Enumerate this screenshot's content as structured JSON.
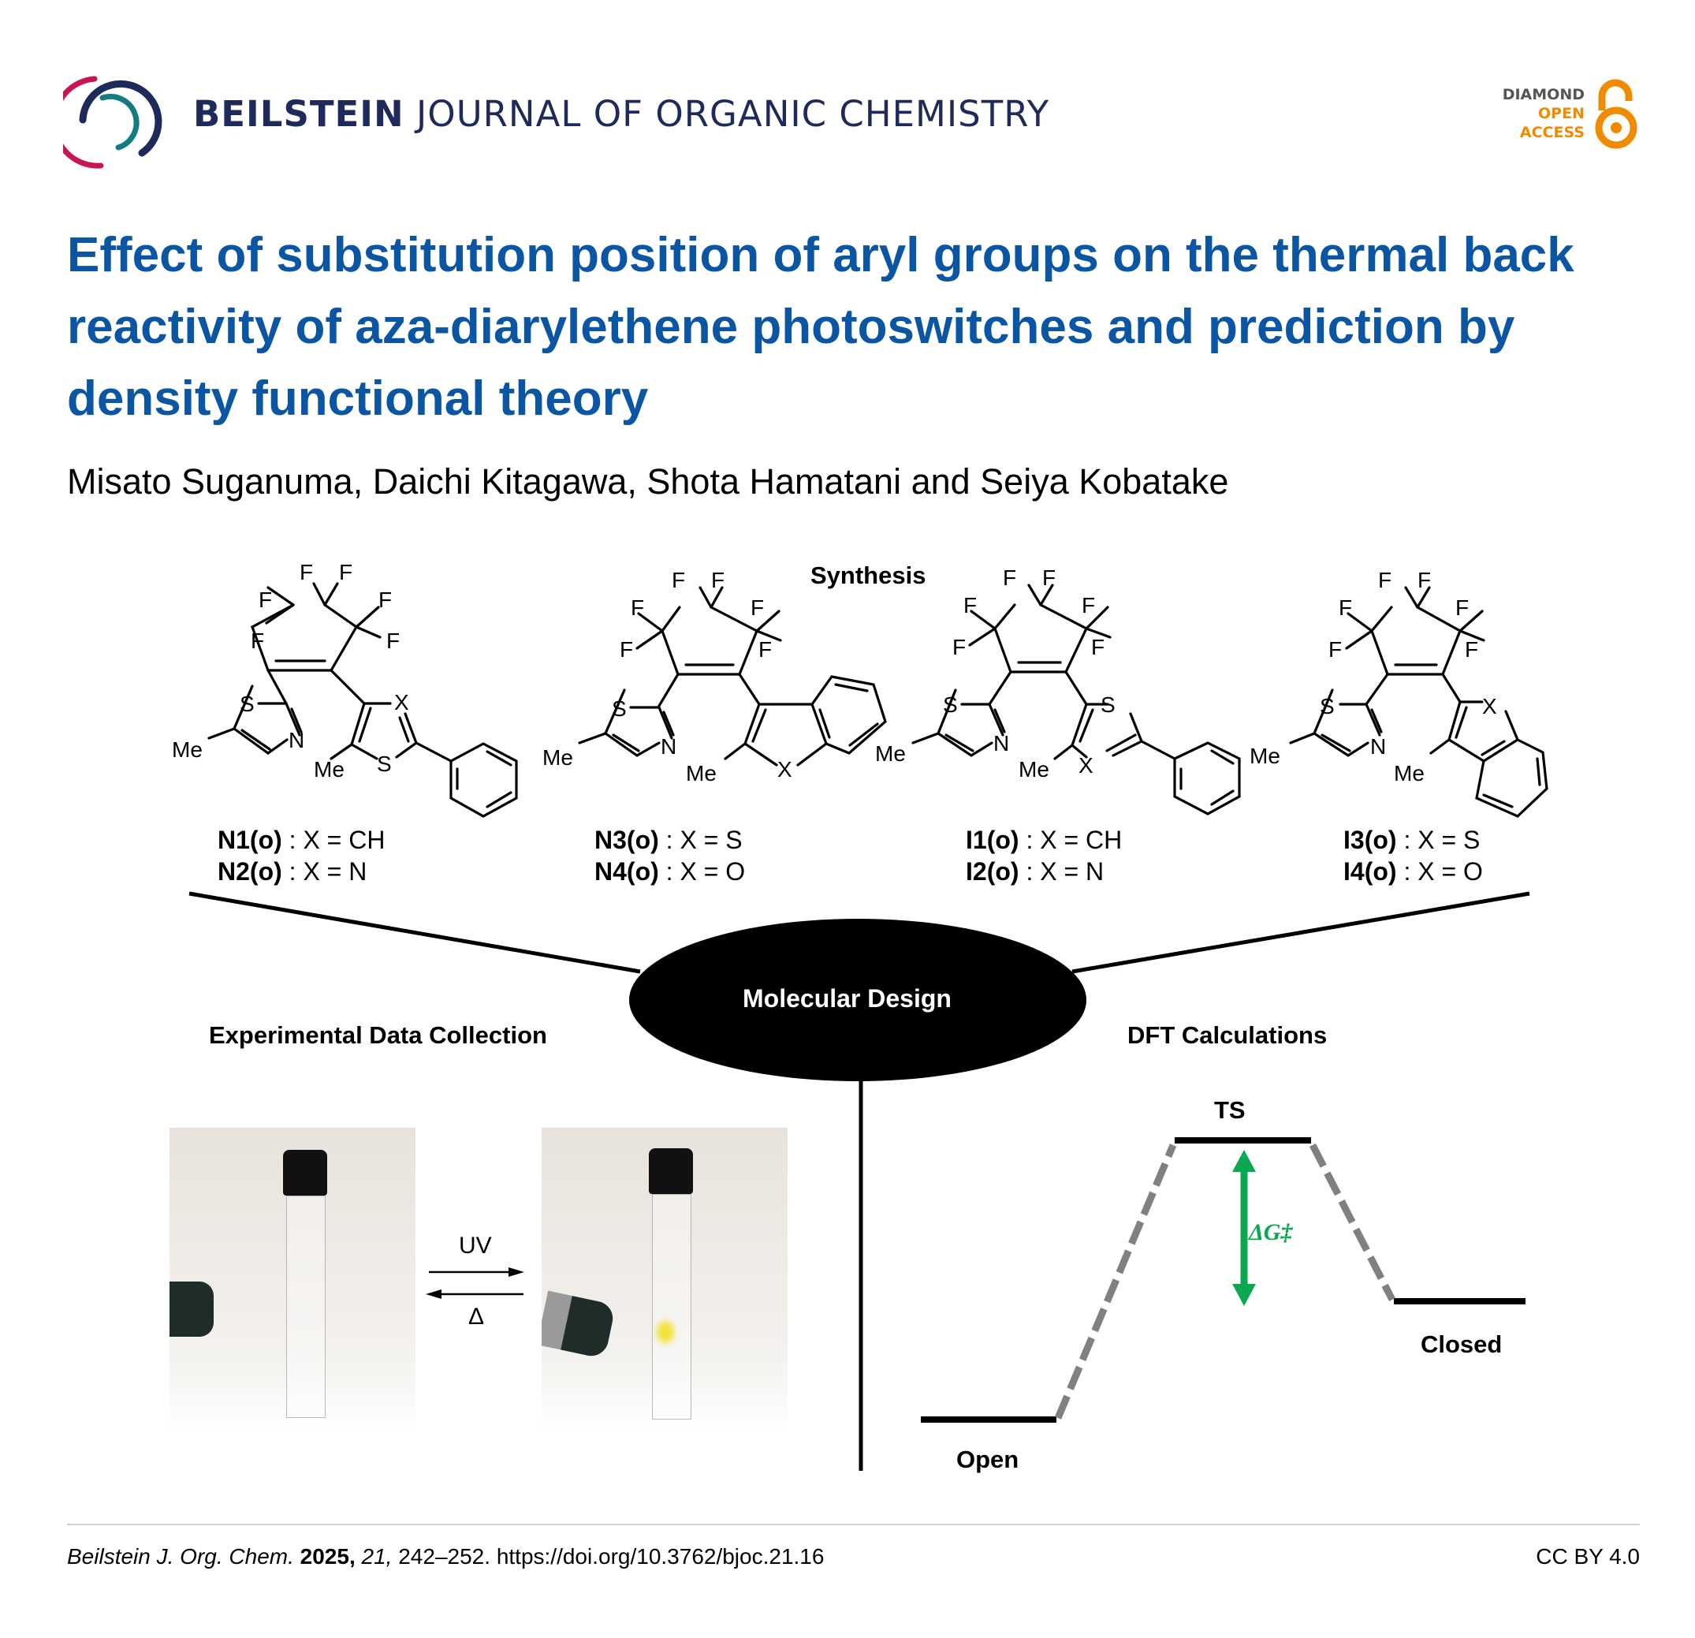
{
  "header": {
    "journal_bold": "BEILSTEIN",
    "journal_rest": "JOURNAL OF ORGANIC CHEMISTRY",
    "badge_line1": "DIAMOND",
    "badge_line2": "OPEN",
    "badge_line3": "ACCESS"
  },
  "article": {
    "title": "Effect of substitution position of aryl groups on the thermal back reactivity of aza-diarylethene photoswitches and prediction by density functional theory",
    "authors": "Misato Suganuma, Daichi Kitagawa, Shota Hamatani and Seiya Kobatake"
  },
  "figure": {
    "synthesis_label": "Synthesis",
    "center_label": "Molecular Design",
    "experimental_label": "Experimental Data Collection",
    "dft_label": "DFT Calculations",
    "atoms": {
      "F": "F",
      "S": "S",
      "N": "N",
      "X": "X",
      "Me": "Me"
    },
    "compounds": [
      {
        "id1": "N1(o)",
        "desc1": " : X = CH",
        "id2": "N2(o)",
        "desc2": " : X = N"
      },
      {
        "id1": "N3(o)",
        "desc1": " : X = S",
        "id2": "N4(o)",
        "desc2": " : X = O"
      },
      {
        "id1": "I1(o)",
        "desc1": " : X = CH",
        "id2": "I2(o)",
        "desc2": " : X = N"
      },
      {
        "id1": "I3(o)",
        "desc1": " : X = S",
        "id2": "I4(o)",
        "desc2": " : X = O"
      }
    ],
    "reaction": {
      "forward": "UV",
      "backward": "Δ"
    },
    "energy_diagram": {
      "ts_label": "TS",
      "open_label": "Open",
      "closed_label": "Closed",
      "barrier_label": "ΔG‡",
      "barrier_color": "#0aa84f",
      "path_color": "#808080"
    }
  },
  "footer": {
    "journal_abbrev": "Beilstein J. Org. Chem.",
    "year": "2025,",
    "volume": "21,",
    "pages": "242–252.",
    "doi": "https://doi.org/10.3762/bjoc.21.16",
    "license": "CC BY 4.0"
  },
  "colors": {
    "title_blue": "#0b56a4",
    "navy": "#1f2a5c",
    "orange": "#f08a00",
    "crimson": "#c8174f",
    "teal": "#137c82"
  }
}
